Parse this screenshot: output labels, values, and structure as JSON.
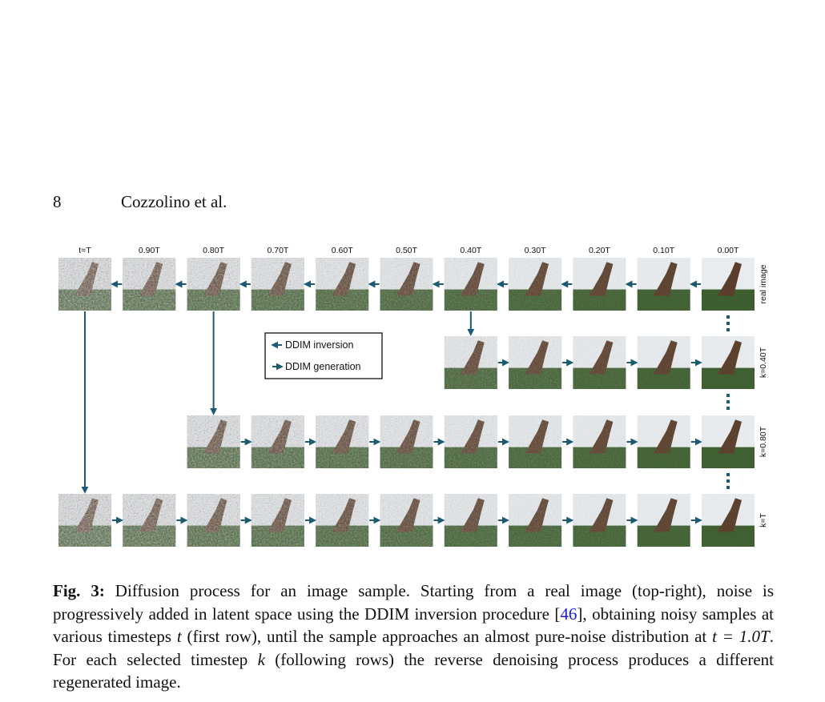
{
  "header": {
    "page_number": "8",
    "running_head": "Cozzolino et al."
  },
  "figure": {
    "timestep_labels": [
      "t=T",
      "0.90T",
      "0.80T",
      "0.70T",
      "0.60T",
      "0.50T",
      "0.40T",
      "0.30T",
      "0.20T",
      "0.10T",
      "0.00T"
    ],
    "row_labels": [
      "real image",
      "k=0.40T",
      "k=0.80T",
      "k=T"
    ],
    "row_start_columns": [
      0,
      6,
      2,
      0
    ],
    "legend": {
      "inversion": "DDIM inversion",
      "generation": "DDIM generation"
    },
    "colors": {
      "arrow": "#1b5a72",
      "sky": "#e8ecef",
      "grass": "#3d5e2e",
      "giraffe": "#5a3e2b"
    }
  },
  "caption": {
    "label": "Fig. 3:",
    "text_1": " Diffusion process for an image sample. Starting from a real image (top-right), noise is progressively added in latent space using the DDIM inversion procedure [",
    "ref": "46",
    "text_2": "], obtaining noisy samples at various timesteps ",
    "var_t": "t",
    "text_3": " (first row), until the sample approaches an almost pure-noise distribution at ",
    "var_eq": "t = 1.0T",
    "text_4": ". For each selected timestep ",
    "var_k": "k",
    "text_5": " (following rows) the reverse denoising process produces a different regenerated image."
  }
}
